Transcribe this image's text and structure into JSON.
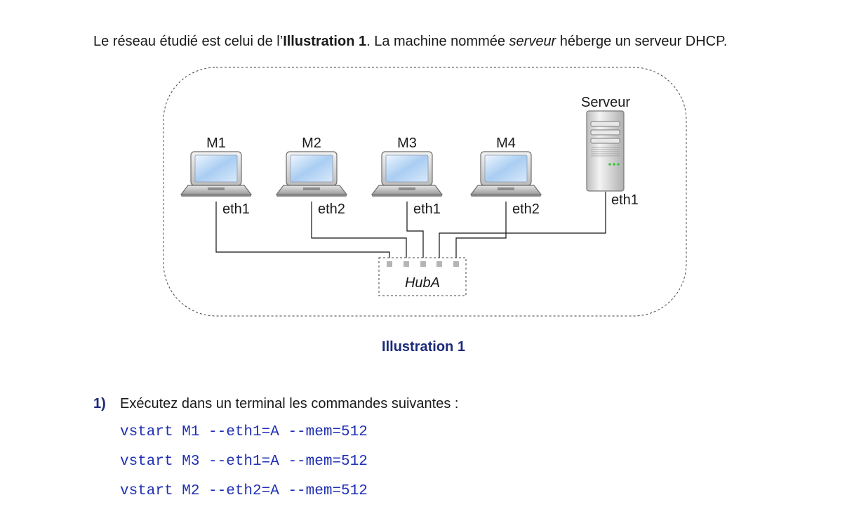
{
  "intro": {
    "text1": "Le réseau étudié est celui de l’",
    "bold": "Illustration 1",
    "text2": ". La machine nommée ",
    "italic": "serveur",
    "text3": " héberge un serveur DHCP."
  },
  "diagram": {
    "machines": [
      {
        "name": "M1",
        "iface": "eth1"
      },
      {
        "name": "M2",
        "iface": "eth2"
      },
      {
        "name": "M3",
        "iface": "eth1"
      },
      {
        "name": "M4",
        "iface": "eth2"
      }
    ],
    "server": {
      "name": "Serveur",
      "iface": "eth1"
    },
    "hub": "HubA"
  },
  "caption": "Illustration 1",
  "question": {
    "number": "1)",
    "text": "Exécutez dans un terminal les commandes suivantes :",
    "commands": [
      "vstart M1 --eth1=A --mem=512",
      "vstart M3 --eth1=A --mem=512",
      "vstart M2 --eth2=A --mem=512"
    ]
  }
}
